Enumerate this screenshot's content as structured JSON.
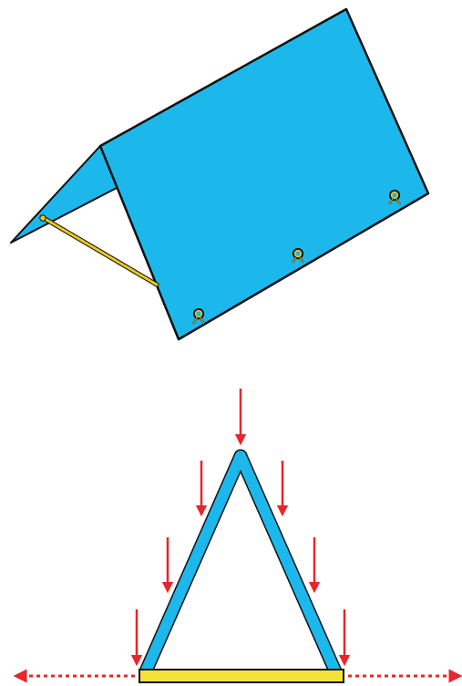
{
  "colors": {
    "panel_fill": "#1cb8ec",
    "outline": "#111111",
    "rope": "#e8c81e",
    "beam": "#f2e23a",
    "force_arrow": "#e8262a",
    "background": "#ffffff"
  },
  "icons": {
    "top": [
      "tent-panel-icon",
      "rope-icon",
      "ring-fastener-icon"
    ],
    "bottom": [
      "a-frame-icon",
      "tie-beam-icon",
      "load-arrow-icon",
      "spread-arrow-icon"
    ]
  },
  "diagram": {
    "load_arrow_count": 7,
    "spread_arrow_count": 2,
    "fastener_count": 3
  }
}
